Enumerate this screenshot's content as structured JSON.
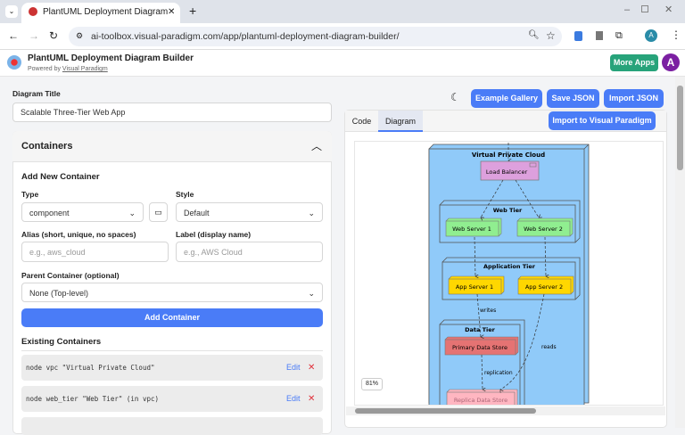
{
  "browser": {
    "tab_title": "PlantUML Deployment Diagram",
    "url": "ai-toolbox.visual-paradigm.com/app/plantuml-deployment-diagram-builder/",
    "profile_initial": "A"
  },
  "app": {
    "title": "PlantUML Deployment Diagram Builder",
    "powered_by": "Powered by",
    "powered_link": "Visual Paradigm",
    "more_apps": "More Apps",
    "user_initial": "A"
  },
  "form": {
    "diagram_title_label": "Diagram Title",
    "diagram_title_value": "Scalable Three-Tier Web App",
    "containers_header": "Containers",
    "add_new": "Add New Container",
    "type_label": "Type",
    "type_value": "component",
    "style_label": "Style",
    "style_value": "Default",
    "alias_label": "Alias (short, unique, no spaces)",
    "alias_placeholder": "e.g., aws_cloud",
    "label_label": "Label (display name)",
    "label_placeholder": "e.g., AWS Cloud",
    "parent_label": "Parent Container (optional)",
    "parent_value": "None (Top-level)",
    "add_button": "Add Container",
    "existing_header": "Existing Containers",
    "existing": [
      {
        "text": "node vpc \"Virtual Private Cloud\"",
        "edit": "Edit"
      },
      {
        "text": "node web_tier \"Web Tier\" (in vpc)",
        "edit": "Edit"
      }
    ]
  },
  "toolbar": {
    "example_gallery": "Example Gallery",
    "save_json": "Save JSON",
    "import_json": "Import JSON",
    "import_vp": "Import to Visual Paradigm"
  },
  "tabs": {
    "code": "Code",
    "diagram": "Diagram",
    "active": "Diagram"
  },
  "diagram": {
    "vpc": "Virtual Private Cloud",
    "load_balancer": "Load Balancer",
    "web_tier": "Web Tier",
    "web1": "Web Server 1",
    "web2": "Web Server 2",
    "app_tier": "Application Tier",
    "app1": "App Server 1",
    "app2": "App Server 2",
    "data_tier": "Data Tier",
    "primary": "Primary Data Store",
    "replica": "Replica Data Store",
    "writes": "writes",
    "reads": "reads",
    "replication": "replication",
    "zoom": "81%",
    "colors": {
      "vpc": "#90caf9",
      "lb": "#dda0dd",
      "web": "#90ee90",
      "app": "#ffd700",
      "primary": "#e57373",
      "replica": "#ffb6c1"
    }
  }
}
